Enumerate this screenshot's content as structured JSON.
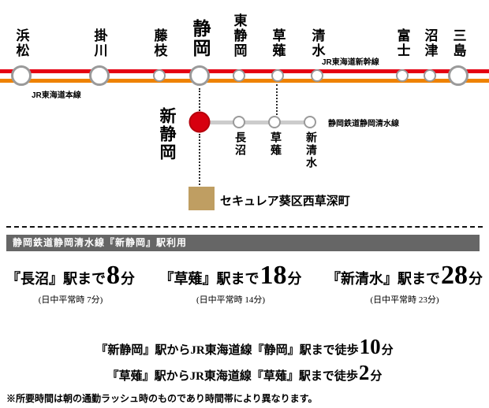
{
  "colors": {
    "shinkansen": "#e50012",
    "mainline": "#ef8200",
    "shizutetsu": "#cccccc",
    "ring": "#9a9a9a",
    "origin": "#d7000f",
    "property": "#bf9e62",
    "banner-bg": "#666666"
  },
  "jr": {
    "shinkansen_label": "JR東海道新幹線",
    "main_line_label": "JR東海道本線",
    "stations": [
      {
        "name": "浜松",
        "major": true
      },
      {
        "name": "掛川",
        "major": true
      },
      {
        "name": "藤枝",
        "major": false
      },
      {
        "name": "静岡",
        "major": true
      },
      {
        "name": "東静岡",
        "major": false
      },
      {
        "name": "草薙",
        "major": false
      },
      {
        "name": "清水",
        "major": false
      },
      {
        "name": "富士",
        "major": false
      },
      {
        "name": "沼津",
        "major": false
      },
      {
        "name": "三島",
        "major": true
      }
    ]
  },
  "shizutetsu": {
    "line_label": "静岡鉄道静岡清水線",
    "terminal": "新静岡",
    "stations": [
      {
        "name": "長沼"
      },
      {
        "name": "草薙"
      },
      {
        "name": "新清水"
      }
    ]
  },
  "property": {
    "name": "セキュレア葵区西草深町"
  },
  "banner": "静岡鉄道静岡清水線『新静岡』駅利用",
  "access": [
    {
      "station": "『長沼』駅まで",
      "minutes": "8",
      "unit": "分",
      "note": "(日中平常時 7分)"
    },
    {
      "station": "『草薙』駅まで",
      "minutes": "18",
      "unit": "分",
      "note": "(日中平常時 14分)"
    },
    {
      "station": "『新清水』駅まで",
      "minutes": "28",
      "unit": "分",
      "note": "(日中平常時 23分)"
    }
  ],
  "walk": [
    {
      "text": "『新静岡』駅からJR東海道線『静岡』駅まで徒歩",
      "minutes": "10",
      "unit": "分"
    },
    {
      "text": "『草薙』駅からJR東海道線『草薙』駅まで徒歩",
      "minutes": "2",
      "unit": "分"
    }
  ],
  "footnote": "※所要時間は朝の通勤ラッシュ時のものであり時間帯により異なります。"
}
